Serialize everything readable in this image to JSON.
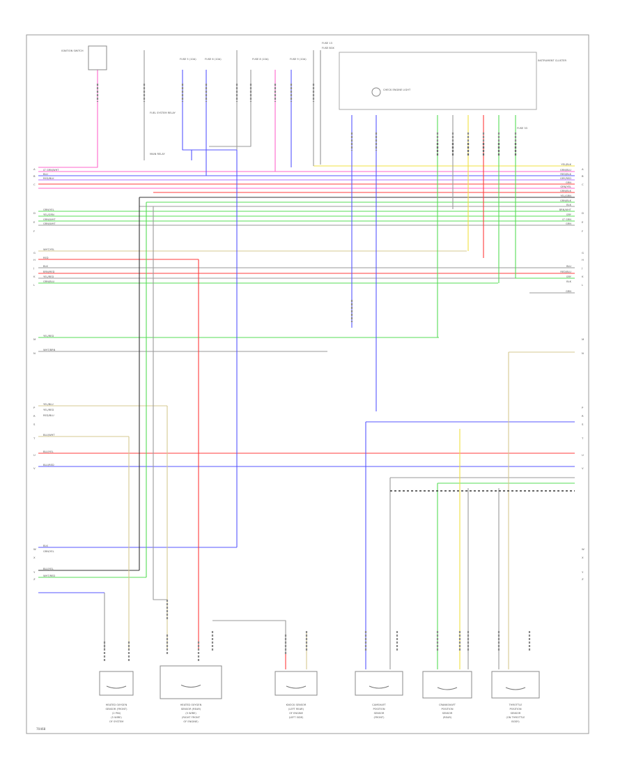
{
  "diagram_id": "70468",
  "top_components": [
    {
      "id": "ignition_switch",
      "label": "IGNITION SWITCH"
    },
    {
      "id": "fuse_5",
      "label": "FUSE 5 (10A)"
    },
    {
      "id": "fuse_6",
      "label": "FUSE 6 (10A)"
    },
    {
      "id": "fuse_8",
      "label": "FUSE 8 (10A)"
    },
    {
      "id": "fuse_9",
      "label": "FUSE 9 (10A)"
    },
    {
      "id": "fuse_13",
      "label": "FUSE 13"
    },
    {
      "id": "fuse_33",
      "label": "FUSE 33"
    },
    {
      "id": "fuse_label_a",
      "label": "FUEL SYSTEM RELAY"
    },
    {
      "id": "fuse_label_b",
      "label": "MAIN RELAY"
    },
    {
      "id": "fuse_box",
      "label": "FUSE BOX"
    },
    {
      "id": "instrument_cluster",
      "label": "INSTRUMENT CLUSTER"
    },
    {
      "id": "engine_light",
      "label": "CHECK ENGINE LIGHT"
    }
  ],
  "bottom_components": [
    {
      "id": "o2_front",
      "lines": [
        "HEATED OXYGEN",
        "SENSOR (FRONT)",
        "(2 PIN)",
        "(5 WIRE)",
        "OF SYSTEM"
      ]
    },
    {
      "id": "o2_rear",
      "lines": [
        "HEATED OXYGEN",
        "SENSOR (REAR)",
        "(5 WIRE)",
        "(RIGHT FRONT",
        "OF ENGINE)"
      ]
    },
    {
      "id": "knock_sensor",
      "lines": [
        "KNOCK SENSOR",
        "(LEFT REAR)",
        "OF ENGINE",
        "(LEFT SIDE)"
      ]
    },
    {
      "id": "cam_sensor",
      "lines": [
        "CAMSHAFT",
        "POSITION",
        "SENSOR",
        "(FRONT)"
      ]
    },
    {
      "id": "crank_sensor",
      "lines": [
        "CRANKSHAFT",
        "POSITION",
        "SENSOR",
        "(REAR)"
      ]
    },
    {
      "id": "throttle_sensor",
      "lines": [
        "THROTTLE",
        "POSITION",
        "SENSOR",
        "(ON THROTTLE",
        "BODY)"
      ]
    }
  ],
  "left_wire_labels": [
    "LT GRN/WHT",
    "BLU",
    "RED/BLK",
    "GRN/YEL",
    "YEL/GRN",
    "GRN/WHT",
    "GRN/WHT",
    "WHT/YEL",
    "RED",
    "BLK",
    "BRN/RED",
    "YEL/RED",
    "GRN/BLU",
    "YEL/RED",
    "WHT/BRN",
    "YEL/BLU",
    "YEL/RED",
    "RED/BLU",
    "BLU/WHT",
    "BLU/YEL",
    "BLU/RED",
    "BLK",
    "GRN/YEL",
    "BLU/YEL",
    "WHT/RED"
  ],
  "right_wire_labels": [
    "YEL/BLK",
    "GRN/BLU",
    "RED/BLK",
    "GRY/RED",
    "GRN",
    "GRN/YEL",
    "GRN/BLK",
    "YEL/GRN",
    "GRN/BLK",
    "BLK",
    "BRN/WHT",
    "GRY",
    "LT GRN",
    "GRN",
    "BLU",
    "RED/BLU",
    "GRY",
    "BLK",
    "GRN"
  ],
  "pin_numbers": [
    "A",
    "B",
    "C",
    "D",
    "E",
    "F",
    "G",
    "H",
    "J",
    "K",
    "L",
    "M",
    "N",
    "P",
    "R",
    "S",
    "T",
    "U",
    "V",
    "W",
    "X",
    "Y",
    "Z"
  ],
  "colors": {
    "pink": "#ff66cc",
    "blue": "#5555ff",
    "red": "#ff3b3b",
    "green": "#55dd55",
    "yellow": "#f0e040",
    "gray": "#999999",
    "olive": "#d4c890",
    "black": "#333333",
    "violet": "#b070ff"
  }
}
